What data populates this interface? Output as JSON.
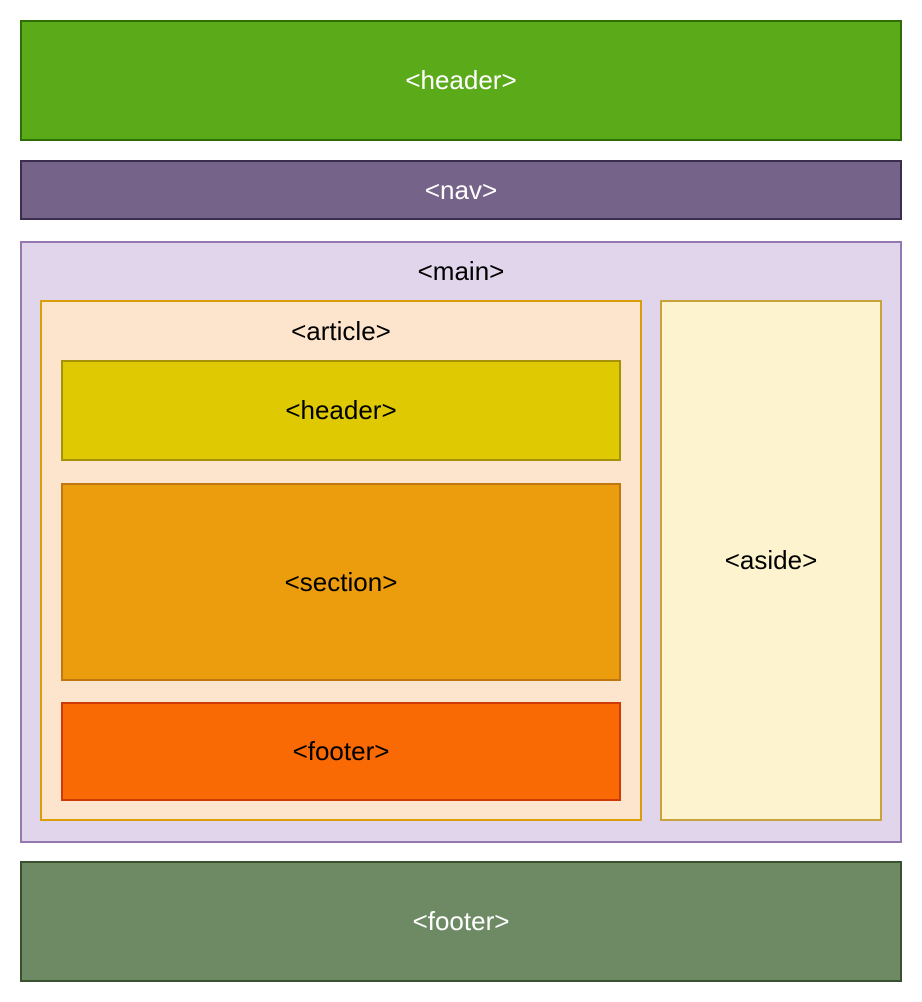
{
  "blocks": {
    "page_header": {
      "label": "<header>",
      "fill": "#5baa19",
      "border": "#2f6e07",
      "text": "#ffffff"
    },
    "nav": {
      "label": "<nav>",
      "fill": "#766389",
      "border": "#3b2d4d",
      "text": "#ffffff"
    },
    "main": {
      "label": "<main>",
      "fill": "#e0d5eb",
      "border": "#9678b0",
      "text": "#000000"
    },
    "article": {
      "label": "<article>",
      "fill": "#fde5cd",
      "border": "#d99e0a",
      "text": "#000000"
    },
    "article_header": {
      "label": "<header>",
      "fill": "#dec902",
      "border": "#a6920a",
      "text": "#000000"
    },
    "article_section": {
      "label": "<section>",
      "fill": "#ec9d0e",
      "border": "#bf7811",
      "text": "#000000"
    },
    "article_footer": {
      "label": "<footer>",
      "fill": "#f96904",
      "border": "#cc3b08",
      "text": "#000000"
    },
    "aside": {
      "label": "<aside>",
      "fill": "#fdf3ce",
      "border": "#c8a33c",
      "text": "#000000"
    },
    "page_footer": {
      "label": "<footer>",
      "fill": "#6e8a64",
      "border": "#3a512f",
      "text": "#ffffff"
    }
  }
}
